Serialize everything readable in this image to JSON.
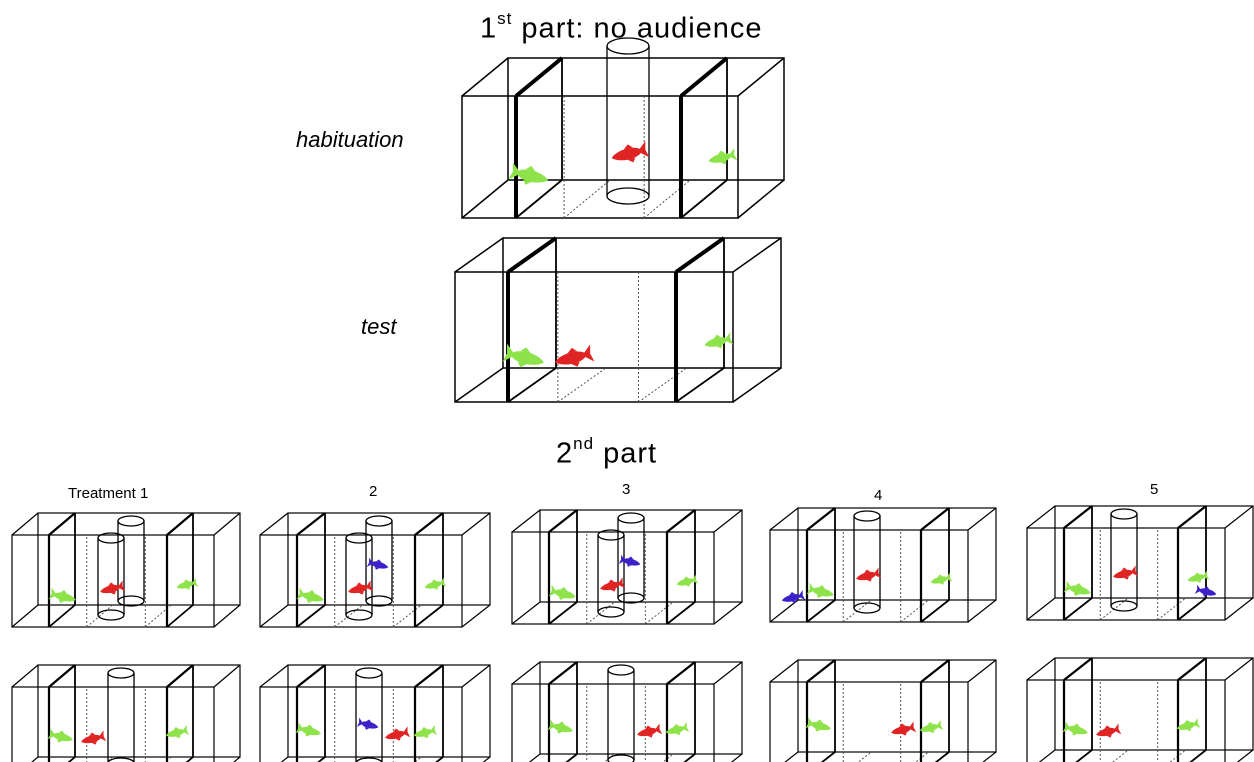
{
  "part1": {
    "title_main": "1",
    "title_sup": "st",
    "title_rest": " part: no audience"
  },
  "phases": {
    "habituation": "habituation",
    "test": "test"
  },
  "part2": {
    "title_main": "2",
    "title_sup": "nd",
    "title_rest": " part"
  },
  "treatments": [
    "Treatment 1",
    "2",
    "3",
    "4",
    "5"
  ],
  "colors": {
    "focal": "#e02424",
    "neighbor": "#8ee24a",
    "audience": "#3a22c8",
    "line": "#000000",
    "dotted": "#555555"
  },
  "icons": [
    "fish-icon",
    "cylinder-icon",
    "aquarium-icon"
  ]
}
